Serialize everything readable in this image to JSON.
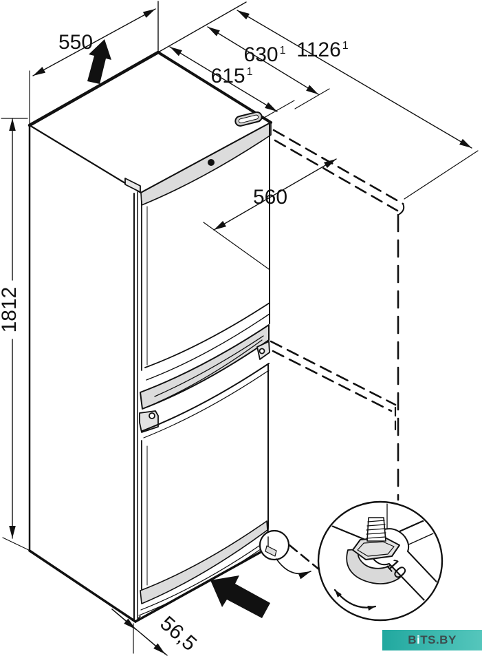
{
  "diagram": {
    "type": "appliance-installation-dimension-drawing",
    "subject": "fridge-freezer with open-door clearance and adjustable foot detail",
    "labels": {
      "depth": "550",
      "niche_width": "615",
      "width_clearance": "630",
      "depth_door_open": "1126",
      "interior_width": "560",
      "height": "1812",
      "base_recess": "56,5",
      "wrench_size": "10",
      "superscript_note": "1"
    },
    "watermark": {
      "part1": "B",
      "part2": "i",
      "part3": "TS.BY"
    },
    "colors": {
      "line": "#111111",
      "panel_gray": "#dcdcdc",
      "watermark_teal_left": "#21a89f",
      "watermark_teal_right": "#55c6bc",
      "watermark_text": "#3c4b4d",
      "watermark_i": "#ffffff"
    }
  }
}
